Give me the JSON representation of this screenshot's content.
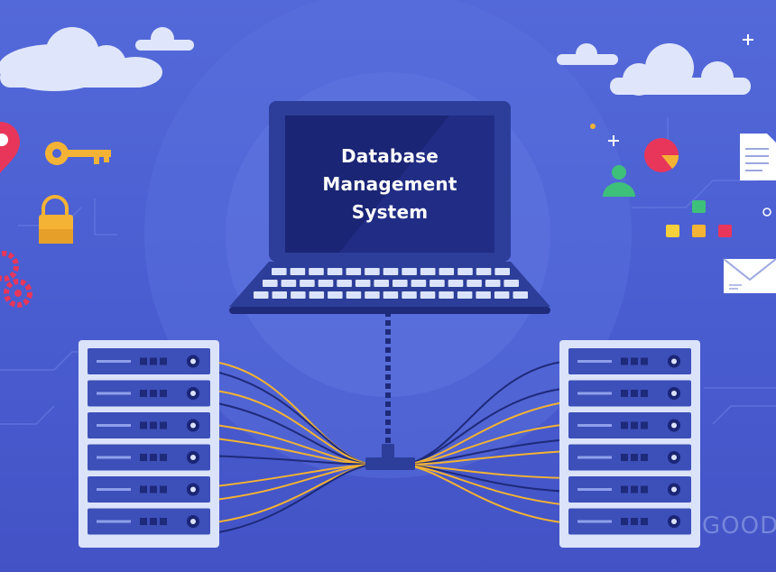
{
  "screen": {
    "title_lines": [
      "Database",
      "Management",
      "System"
    ]
  },
  "watermark": "GOOD",
  "colors": {
    "background": "#4b5fd2",
    "laptop_body": "#2c3e99",
    "laptop_screen": "#1a2575",
    "server_panel": "#dbe3fa",
    "server_slot": "#3d4fb8",
    "cable_yellow": "#f2b233",
    "cable_dark": "#1e2a7a",
    "accent_red": "#e8365a",
    "accent_yellow": "#f5b335",
    "accent_green": "#3ec07a"
  },
  "icons": [
    "cloud-icon",
    "location-pin-icon",
    "key-icon",
    "padlock-icon",
    "gear-icon",
    "user-icon",
    "pie-chart-icon",
    "document-icon",
    "org-chart-icon",
    "envelope-icon",
    "laptop-icon",
    "server-rack-icon",
    "network-hub-icon"
  ],
  "servers": {
    "left_units": 6,
    "right_units": 6
  }
}
